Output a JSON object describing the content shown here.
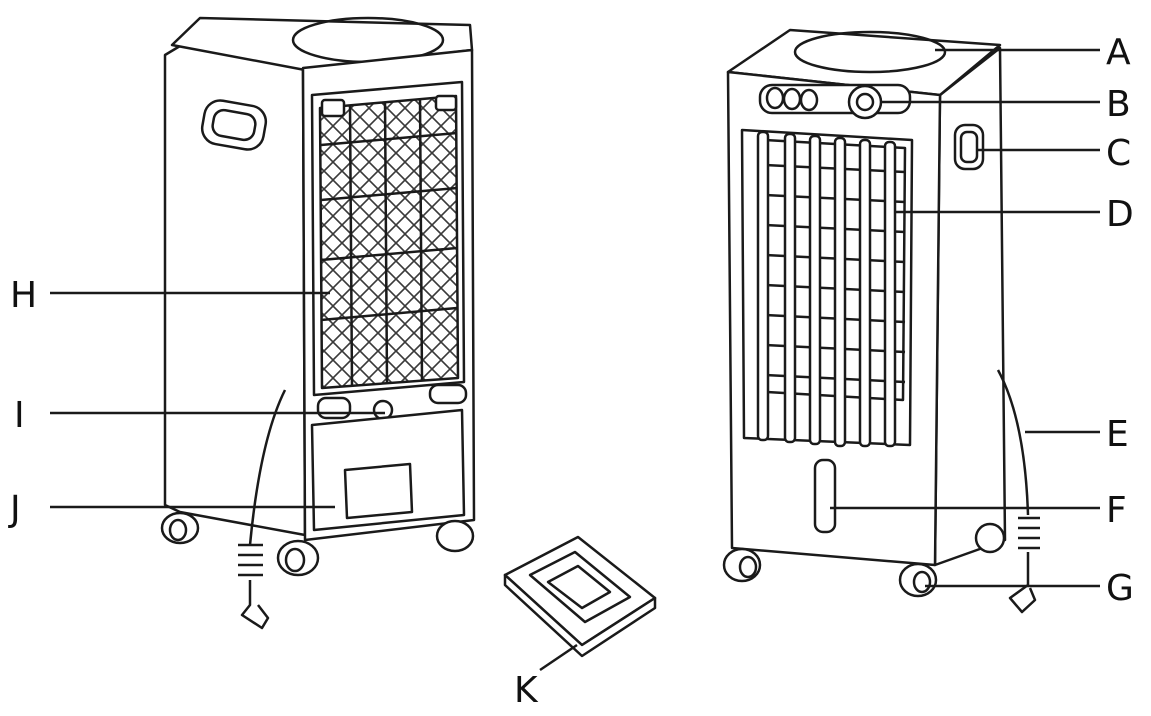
{
  "colors": {
    "line": "#1a1a1a",
    "fill": "#ffffff",
    "mesh": "#3a3a3a"
  },
  "callouts": {
    "A": "A",
    "B": "B",
    "C": "C",
    "D": "D",
    "E": "E",
    "F": "F",
    "G": "G",
    "H": "H",
    "I": "I",
    "J": "J",
    "K": "K"
  }
}
